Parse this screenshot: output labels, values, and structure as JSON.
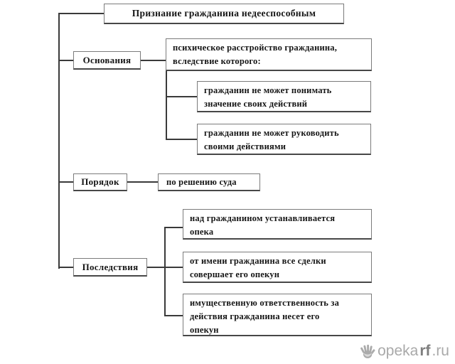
{
  "diagram": {
    "title": "Признание гражданина недееспособным",
    "grounds": {
      "label": "Основания",
      "condition_lines": [
        "психическое расстройство гражданина,",
        "вследствие которого:"
      ],
      "items": [
        {
          "lines": [
            "гражданин не может понимать",
            "значение своих действий"
          ]
        },
        {
          "lines": [
            "гражданин не может руководить",
            "своими действиями"
          ]
        }
      ]
    },
    "procedure": {
      "label": "Порядок",
      "value": "по решению суда"
    },
    "consequences": {
      "label": "Последствия",
      "items": [
        {
          "lines": [
            "над гражданином устанавливается",
            "опека"
          ]
        },
        {
          "lines": [
            "от имени гражданина все сделки",
            "совершает его опекун"
          ]
        },
        {
          "lines": [
            "имущественную ответственность за",
            "действия гражданина  несет  его",
            "опекун"
          ]
        }
      ]
    },
    "colors": {
      "connector": "#3a3a3a",
      "box_border": "#7b7b7b",
      "text": "#151515"
    }
  },
  "watermark": {
    "icon": "hand-icon",
    "name": "opeka",
    "name_bold": "rf",
    "tld": ".ru"
  }
}
